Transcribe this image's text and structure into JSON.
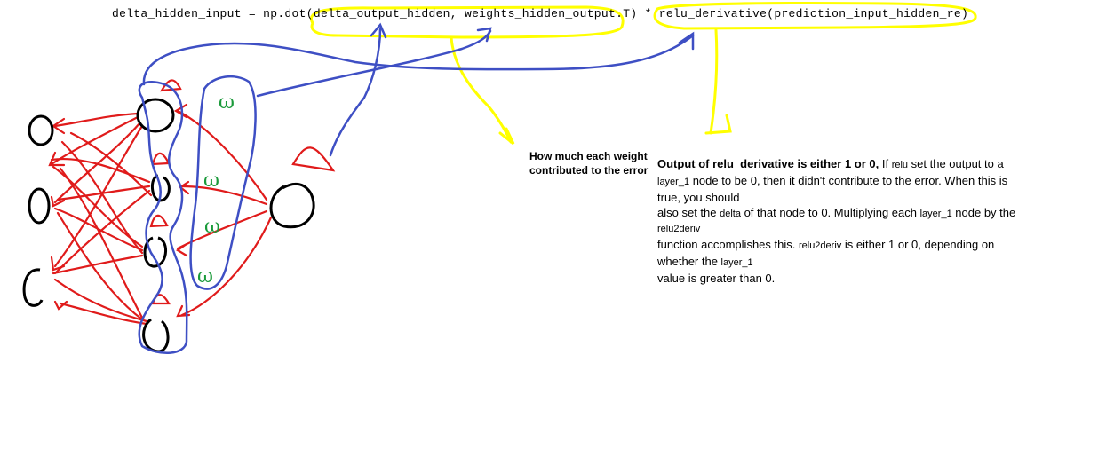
{
  "code": {
    "prefix": "delta_hidden_input = np.dot(",
    "arg_group": "delta_output_hidden, weights_hidden_output.T)",
    "operator": " * ",
    "derivative_call": "relu_derivative(prediction_input_hidden_re)"
  },
  "weight_note": {
    "text": "How much each weight contributed to the error"
  },
  "relu_note": {
    "line1_bold": "Output of relu_derivative is either 1 or 0,",
    "line1_a": "  If ",
    "line1_relu": "relu",
    "line1_b": " set the output to a",
    "line2_layer": "layer_1",
    "line2_b": " node to be 0, then it didn't contribute to the error. When this is",
    "line3": "true, you should",
    "line4_a": "also set the ",
    "line4_delta": "delta",
    "line4_b": " of that node to 0. Multiplying each ",
    "line4_layer": "layer_1",
    "line4_c": " node by the",
    "line5": "relu2deriv",
    "line6_a": "function accomplishes this. ",
    "line6_relu2deriv": "relu2deriv",
    "line6_b": " is either 1 or 0, depending on",
    "line7_a": "whether the ",
    "line7_layer": "layer_1",
    "line8": "value is greater than 0."
  },
  "weight_symbols": [
    "ω",
    "ω",
    "ω",
    "ω"
  ],
  "colors": {
    "highlight": "#ffff00",
    "arrow_blue": "#3e4fc4",
    "edge_red": "#e01b1b",
    "weight_green": "#1a9a3a",
    "node_black": "#000000"
  }
}
